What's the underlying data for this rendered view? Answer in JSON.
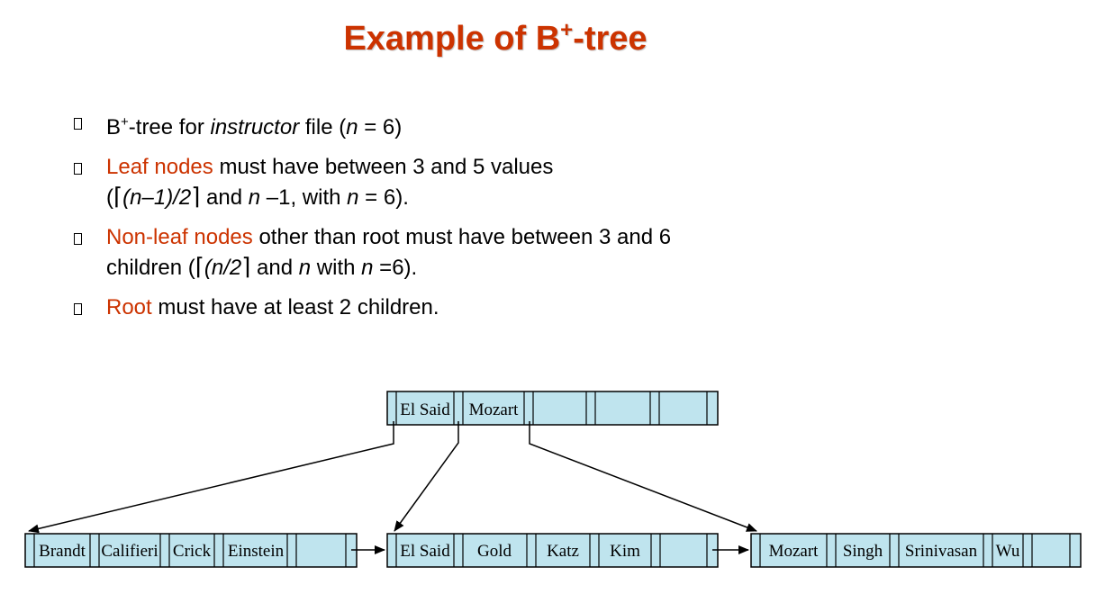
{
  "title": {
    "main": "Example of B",
    "sup": "+",
    "rest": "-tree"
  },
  "bullets": [
    {
      "pre": "B",
      "sup": "+",
      "text_a": "-tree for ",
      "italic": "instructor",
      "text_b": " file (",
      "n": "n",
      "text_c": " = 6)"
    },
    {
      "highlight": "Leaf nodes",
      "text": " must have between 3 and 5 values",
      "line2_a": "(",
      "ceil_open": "⌈",
      "line2_b": "(n–1)/2",
      "ceil_close": "⌉",
      "line2_c": " and ",
      "n1": "n",
      "line2_d": " –1, with ",
      "n2": "n",
      "line2_e": " = 6)."
    },
    {
      "highlight": "Non-leaf nodes",
      "text": " other than root must have between 3 and 6",
      "line2_a": "children (",
      "ceil_open": "⌈",
      "line2_b": "(n/2",
      "ceil_close": "⌉",
      "line2_c": " and ",
      "n1": "n",
      "line2_d": " with ",
      "n2": "n",
      "line2_e": " =6)."
    },
    {
      "highlight": "Root",
      "text": " must have at least 2 children."
    }
  ],
  "tree": {
    "root": [
      "El Said",
      "Mozart",
      "",
      "",
      ""
    ],
    "leaves": [
      [
        "Brandt",
        "Califieri",
        "Crick",
        "Einstein",
        ""
      ],
      [
        "El Said",
        "Gold",
        "Katz",
        "Kim",
        ""
      ],
      [
        "Mozart",
        "Singh",
        "Srinivasan",
        "Wu",
        ""
      ]
    ]
  },
  "colors": {
    "accent": "#cc3300",
    "node_fill": "#bfe4ee"
  }
}
